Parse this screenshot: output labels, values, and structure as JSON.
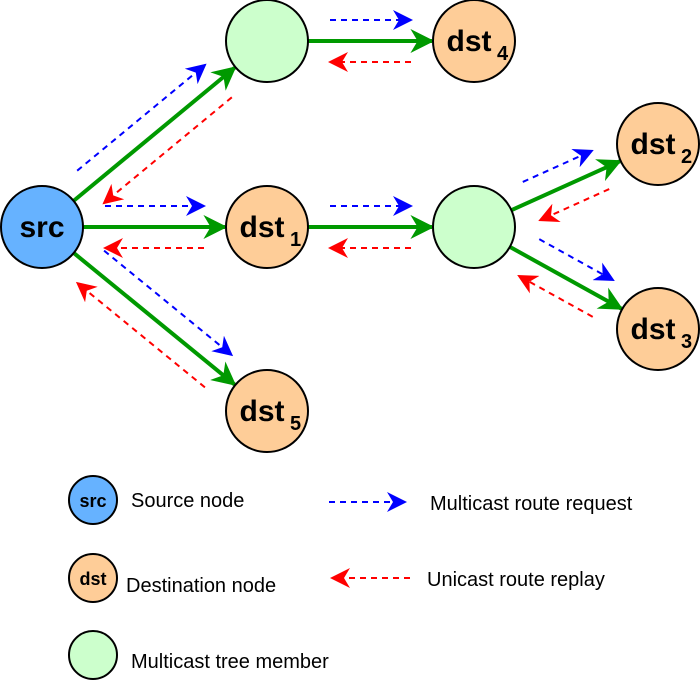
{
  "colors": {
    "source": "#66b2ff",
    "destination": "#fecd98",
    "member": "#ccffcc",
    "tree_edge": "#009900",
    "request": "#0000ff",
    "reply": "#ff0000",
    "outline": "#000000"
  },
  "nodes": [
    {
      "id": "src",
      "type": "source",
      "label": "src",
      "sub": ""
    },
    {
      "id": "m1",
      "type": "member",
      "label": "",
      "sub": ""
    },
    {
      "id": "dst4",
      "type": "destination",
      "label": "dst",
      "sub": "4"
    },
    {
      "id": "dst1",
      "type": "destination",
      "label": "dst",
      "sub": "1"
    },
    {
      "id": "m2",
      "type": "member",
      "label": "",
      "sub": ""
    },
    {
      "id": "dst2",
      "type": "destination",
      "label": "dst",
      "sub": "2"
    },
    {
      "id": "dst3",
      "type": "destination",
      "label": "dst",
      "sub": "3"
    },
    {
      "id": "dst5",
      "type": "destination",
      "label": "dst",
      "sub": "5"
    }
  ],
  "edges": [
    {
      "from": "src",
      "to": "m1"
    },
    {
      "from": "src",
      "to": "dst1"
    },
    {
      "from": "src",
      "to": "dst5"
    },
    {
      "from": "m1",
      "to": "dst4"
    },
    {
      "from": "dst1",
      "to": "m2"
    },
    {
      "from": "m2",
      "to": "dst2"
    },
    {
      "from": "m2",
      "to": "dst3"
    }
  ],
  "legend": {
    "source": {
      "symbol": "src",
      "label": "Source node"
    },
    "destination": {
      "symbol": "dst",
      "label": "Destination node"
    },
    "member": {
      "symbol": "",
      "label": "Multicast tree member"
    },
    "request": {
      "label": "Multicast route request"
    },
    "reply": {
      "label": "Unicast route replay"
    }
  }
}
